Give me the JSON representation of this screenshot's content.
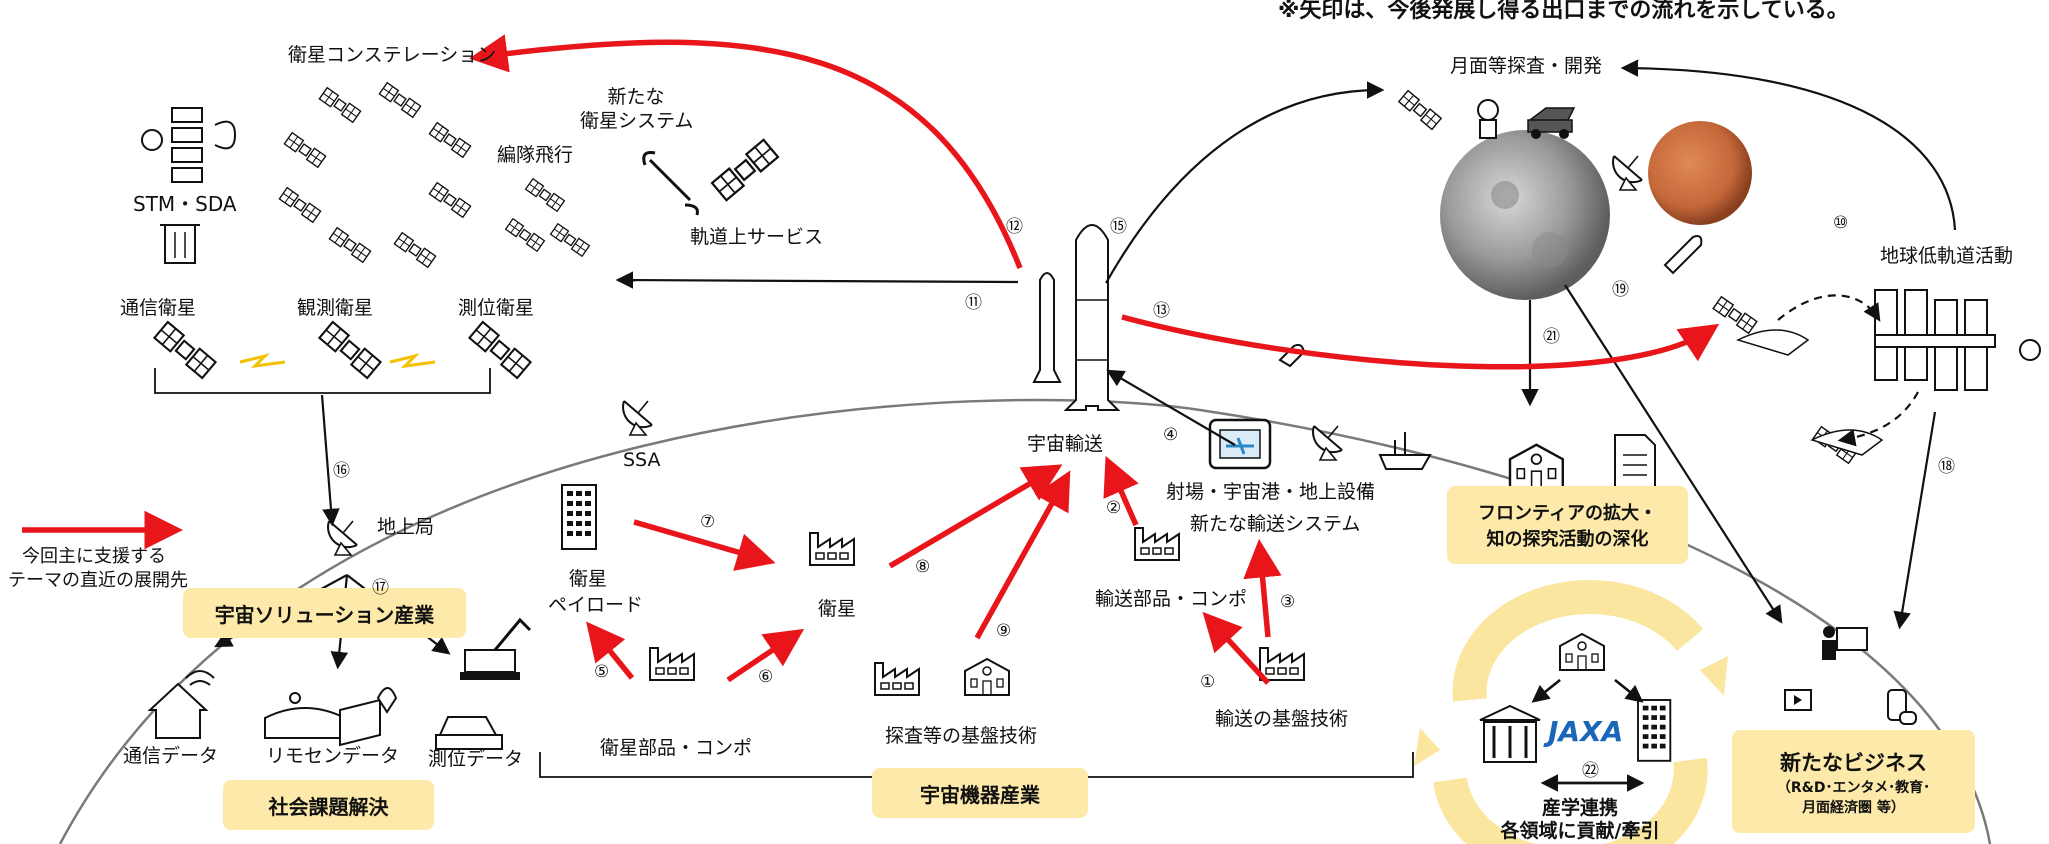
{
  "note": "※矢印は、今後発展し得る出口までの流れを示している。",
  "legend": {
    "text_line1": "今回主に支援する",
    "text_line2": "テーマの直近の展開先",
    "color": "#e8161b"
  },
  "labels": {
    "constellation": "衛星コンステレーション",
    "stm_sda": "STM・SDA",
    "new_sat_line1": "新たな",
    "new_sat_line2": "衛星システム",
    "formation": "編隊飛行",
    "orbital_service": "軌道上サービス",
    "comm_sat": "通信衛星",
    "obs_sat": "観測衛星",
    "pos_sat": "測位衛星",
    "ssa": "SSA",
    "ground_station": "地上局",
    "space_transport": "宇宙輸送",
    "launch_site": "射場・宇宙港・地上設備",
    "new_transport": "新たな輸送システム",
    "transport_parts": "輸送部品・コンポ",
    "transport_tech": "輸送の基盤技術",
    "satellite": "衛星",
    "payload_line1": "衛星",
    "payload_line2": "ペイロード",
    "sat_parts": "衛星部品・コンポ",
    "exploration_tech": "探査等の基盤技術",
    "lunar": "月面等探査・開発",
    "leo": "地球低軌道活動",
    "comm_data": "通信データ",
    "remote_data": "リモセンデータ",
    "pos_data": "測位データ",
    "jaxa": "JAXA",
    "academia_line1": "産学連携",
    "academia_line2": "各領域に貢献/牽引"
  },
  "boxes": {
    "solution": "宇宙ソリューション産業",
    "social": "社会課題解決",
    "equipment": "宇宙機器産業",
    "frontier_line1": "フロンティアの拡大・",
    "frontier_line2": "知の探究活動の深化",
    "business_title": "新たなビジネス",
    "business_line1": "（R&D･エンタメ･教育･",
    "business_line2": "月面経済圏 等）"
  },
  "numbers": [
    "①",
    "②",
    "③",
    "④",
    "⑤",
    "⑥",
    "⑦",
    "⑧",
    "⑨",
    "⑩",
    "⑪",
    "⑫",
    "⑬",
    "⑮",
    "⑯",
    "⑰",
    "⑱",
    "⑲",
    "㉑",
    "㉒"
  ],
  "colors": {
    "red_arrow": "#e8161b",
    "box_fill": "#fde9a9",
    "arc": "#7a7a7a",
    "moon": "#9a9a9a",
    "mars": "#c4683a"
  }
}
